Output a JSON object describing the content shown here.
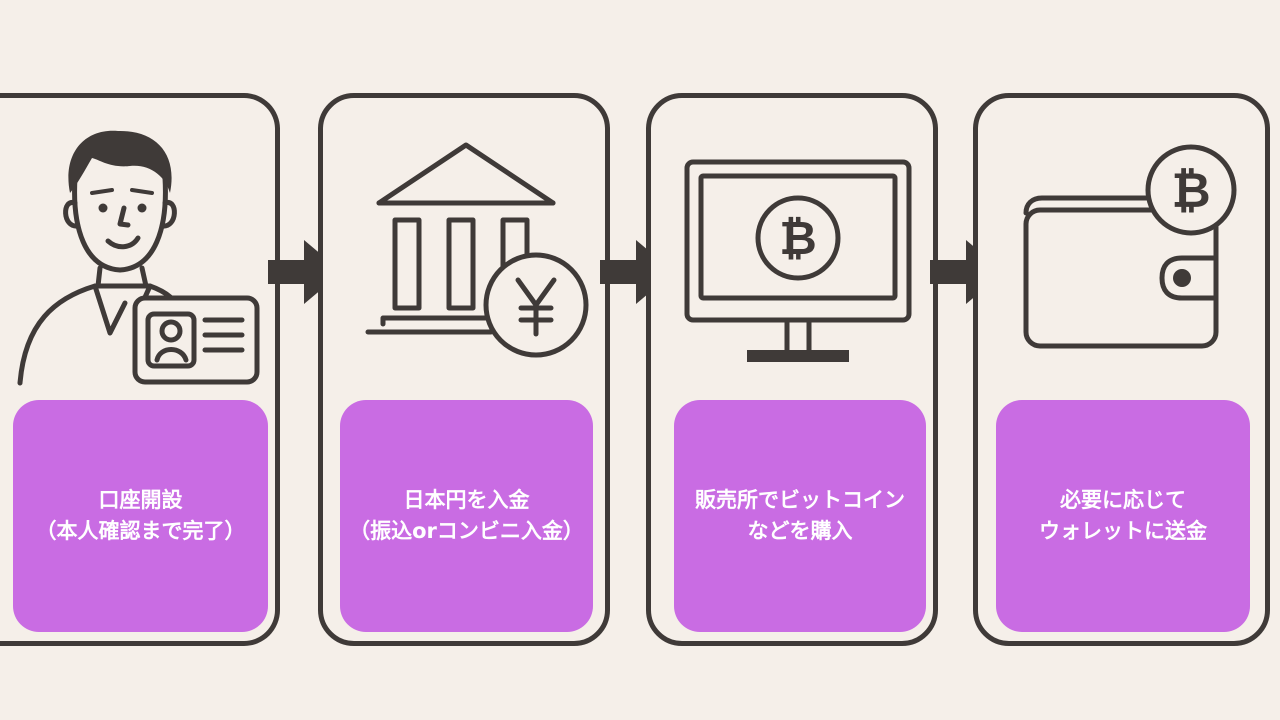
{
  "steps": [
    {
      "label": "口座開設\n（本人確認まで完了）",
      "icon": "person-with-id-card-icon"
    },
    {
      "label": "日本円を入金\n（振込orコンビニ入金）",
      "icon": "bank-with-yen-coin-icon"
    },
    {
      "label": "販売所でビットコイン\nなどを購入",
      "icon": "monitor-with-bitcoin-icon"
    },
    {
      "label": "必要に応じて\nウォレットに送金",
      "icon": "wallet-with-bitcoin-icon"
    }
  ],
  "colors": {
    "background": "#f5efe9",
    "stroke": "#3f3a38",
    "label_bg": "#c96ce3",
    "label_text": "#ffffff"
  }
}
